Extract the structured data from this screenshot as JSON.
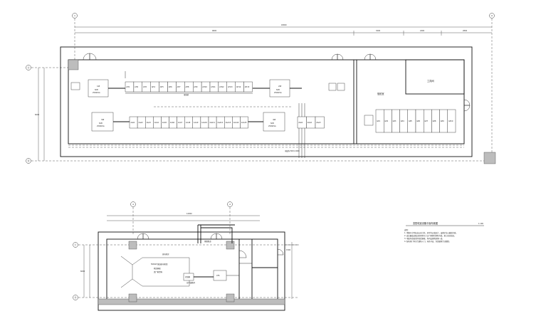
{
  "top_plan": {
    "grid_left": "①",
    "grid_right": "②",
    "grid_a": "Ⓐ",
    "grid_b": "Ⓑ",
    "dim_total": "18000",
    "dim_segments": [
      "9600",
      "3200",
      "2400",
      "2800"
    ],
    "dim_height": "6000",
    "row1_cabinets": [
      "AH1",
      "AH2",
      "AH3",
      "AH4",
      "AH5",
      "AH6",
      "AH7",
      "AH8",
      "AH9",
      "AH10",
      "AH11",
      "AH12",
      "AH13",
      "AH14",
      "AH15"
    ],
    "row2_cabinets": [
      "1AA1",
      "1AA2",
      "1AA3",
      "1AA4",
      "1AA5",
      "1AA6",
      "1AA7",
      "1AA8",
      "1AA9",
      "1AA10",
      "1AA11",
      "1AA12",
      "1AA13",
      "1AA14",
      "1AA15"
    ],
    "row3_cabinets": [
      "2AA1",
      "2AA2",
      "2AA3"
    ],
    "right_cabinets": [
      "GP1",
      "GP2",
      "GP3",
      "GP4",
      "GP5",
      "GP6",
      "GP7",
      "GP8",
      "GP9",
      "GP10"
    ],
    "transformers": [
      {
        "id": "1#",
        "sub": "SCB",
        "detail": "2500kVA"
      },
      {
        "id": "2#",
        "sub": "SCB",
        "detail": "2500kVA"
      },
      {
        "id": "3#",
        "sub": "SCB",
        "detail": "2500kVA"
      },
      {
        "id": "4#",
        "sub": "SCB",
        "detail": "2500kVA"
      }
    ],
    "room_label_right": "值班室",
    "room_label_store": "工具间",
    "bus_label": "母线桥",
    "trench_label": "电缆沟 800×1000"
  },
  "bottom_plan": {
    "grid_top_left": "③",
    "grid_top_right": "④",
    "grid_left_top": "Ⓒ",
    "grid_left_bottom": "Ⓓ",
    "dim_total": "12000",
    "dim_height": "6000",
    "room_label": "发电机房",
    "gen_label": "500kW 柴油发电机组",
    "gen_sub": "机组基础",
    "gen_sub2": "见厂家资料",
    "aux_label": "控制屏",
    "aux2_label": "ATS",
    "oil_label": "日用油箱间",
    "smoke_label": "排烟管道",
    "right_dim": "1500"
  },
  "notes": {
    "title": "变配电室设备平面布置图",
    "scale": "1:100",
    "heading": "说明：",
    "lines": [
      "1. 本图尺寸除标高以米计外，其余均以毫米计，设备定位以轴线为准。",
      "2. 变压器及高低压柜具体尺寸以厂家提供资料为准，施工前应核实。",
      "3. 电缆沟盖板采用花纹钢板，沟内设接地扁钢一道。",
      "4. 配电室门均为乙级防火门，向外开启，详见建筑专业图纸。"
    ]
  }
}
